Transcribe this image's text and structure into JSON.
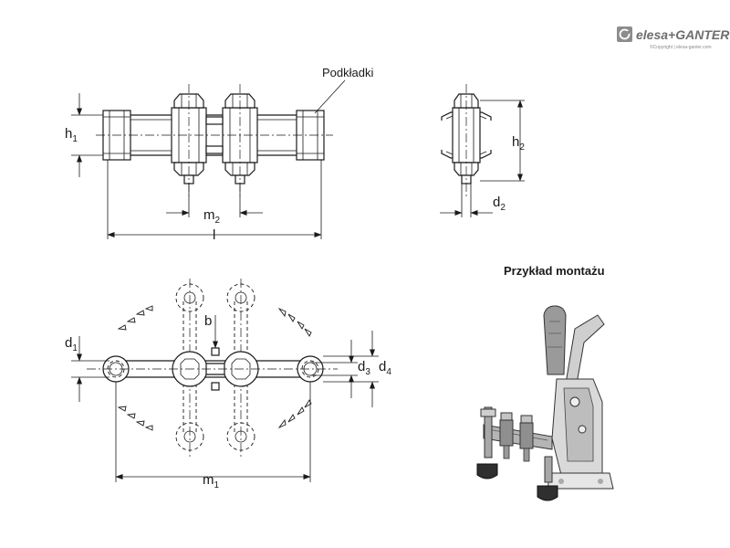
{
  "brand": {
    "name": "elesa+GANTER",
    "copyright": "©Copyright | elesa-ganter.com"
  },
  "labels": {
    "podkladki": "Podkładki",
    "h1": "h",
    "h1_sub": "1",
    "h2": "h",
    "h2_sub": "2",
    "m2": "m",
    "m2_sub": "2",
    "l": "l",
    "d2": "d",
    "d2_sub": "2",
    "d1": "d",
    "d1_sub": "1",
    "b": "b",
    "d3": "d",
    "d3_sub": "3",
    "d4": "d",
    "d4_sub": "4",
    "m1": "m",
    "m1_sub": "1"
  },
  "example_title": "Przykład montażu",
  "icons": {
    "logo": "elesa-ganter-logo-icon",
    "clamp": "toggle-clamp-illustration-icon",
    "rotation": "rotation-arrow-icon"
  }
}
